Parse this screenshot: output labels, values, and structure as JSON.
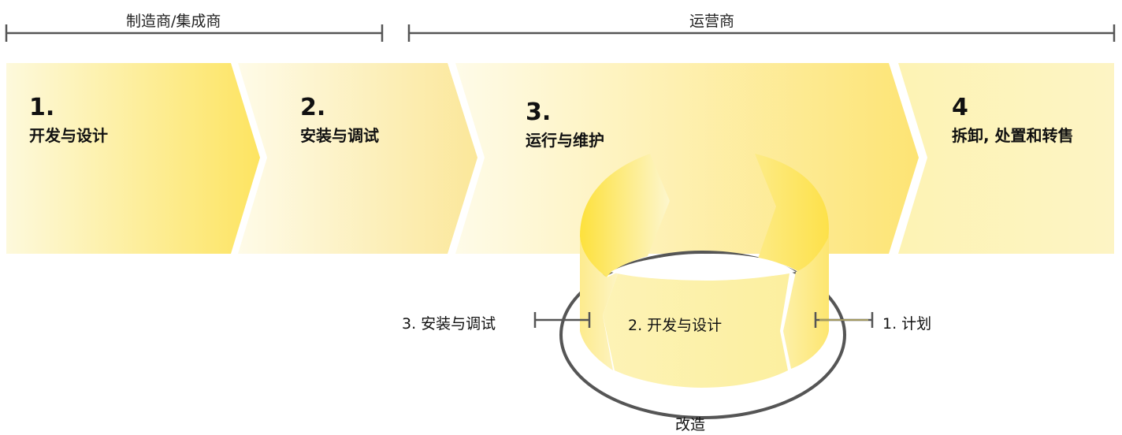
{
  "roles": {
    "left": "制造商/集成商",
    "right": "运营商"
  },
  "phases": [
    {
      "number": "1.",
      "title": "开发与设计"
    },
    {
      "number": "2.",
      "title": "安装与调试"
    },
    {
      "number": "3.",
      "title": "运行与维护"
    },
    {
      "number": "4",
      "title": "拆卸, 处置和转售"
    }
  ],
  "retrofit_cycle": {
    "label": "改造",
    "steps": {
      "plan": "1. 计划",
      "develop": "2. 开发与设计",
      "install": "3. 安装与调试"
    }
  },
  "colors": {
    "arrow_light": "#fdf8d6",
    "arrow_strong": "#fde56a",
    "bracket": "#555555",
    "ring": "#555555"
  }
}
